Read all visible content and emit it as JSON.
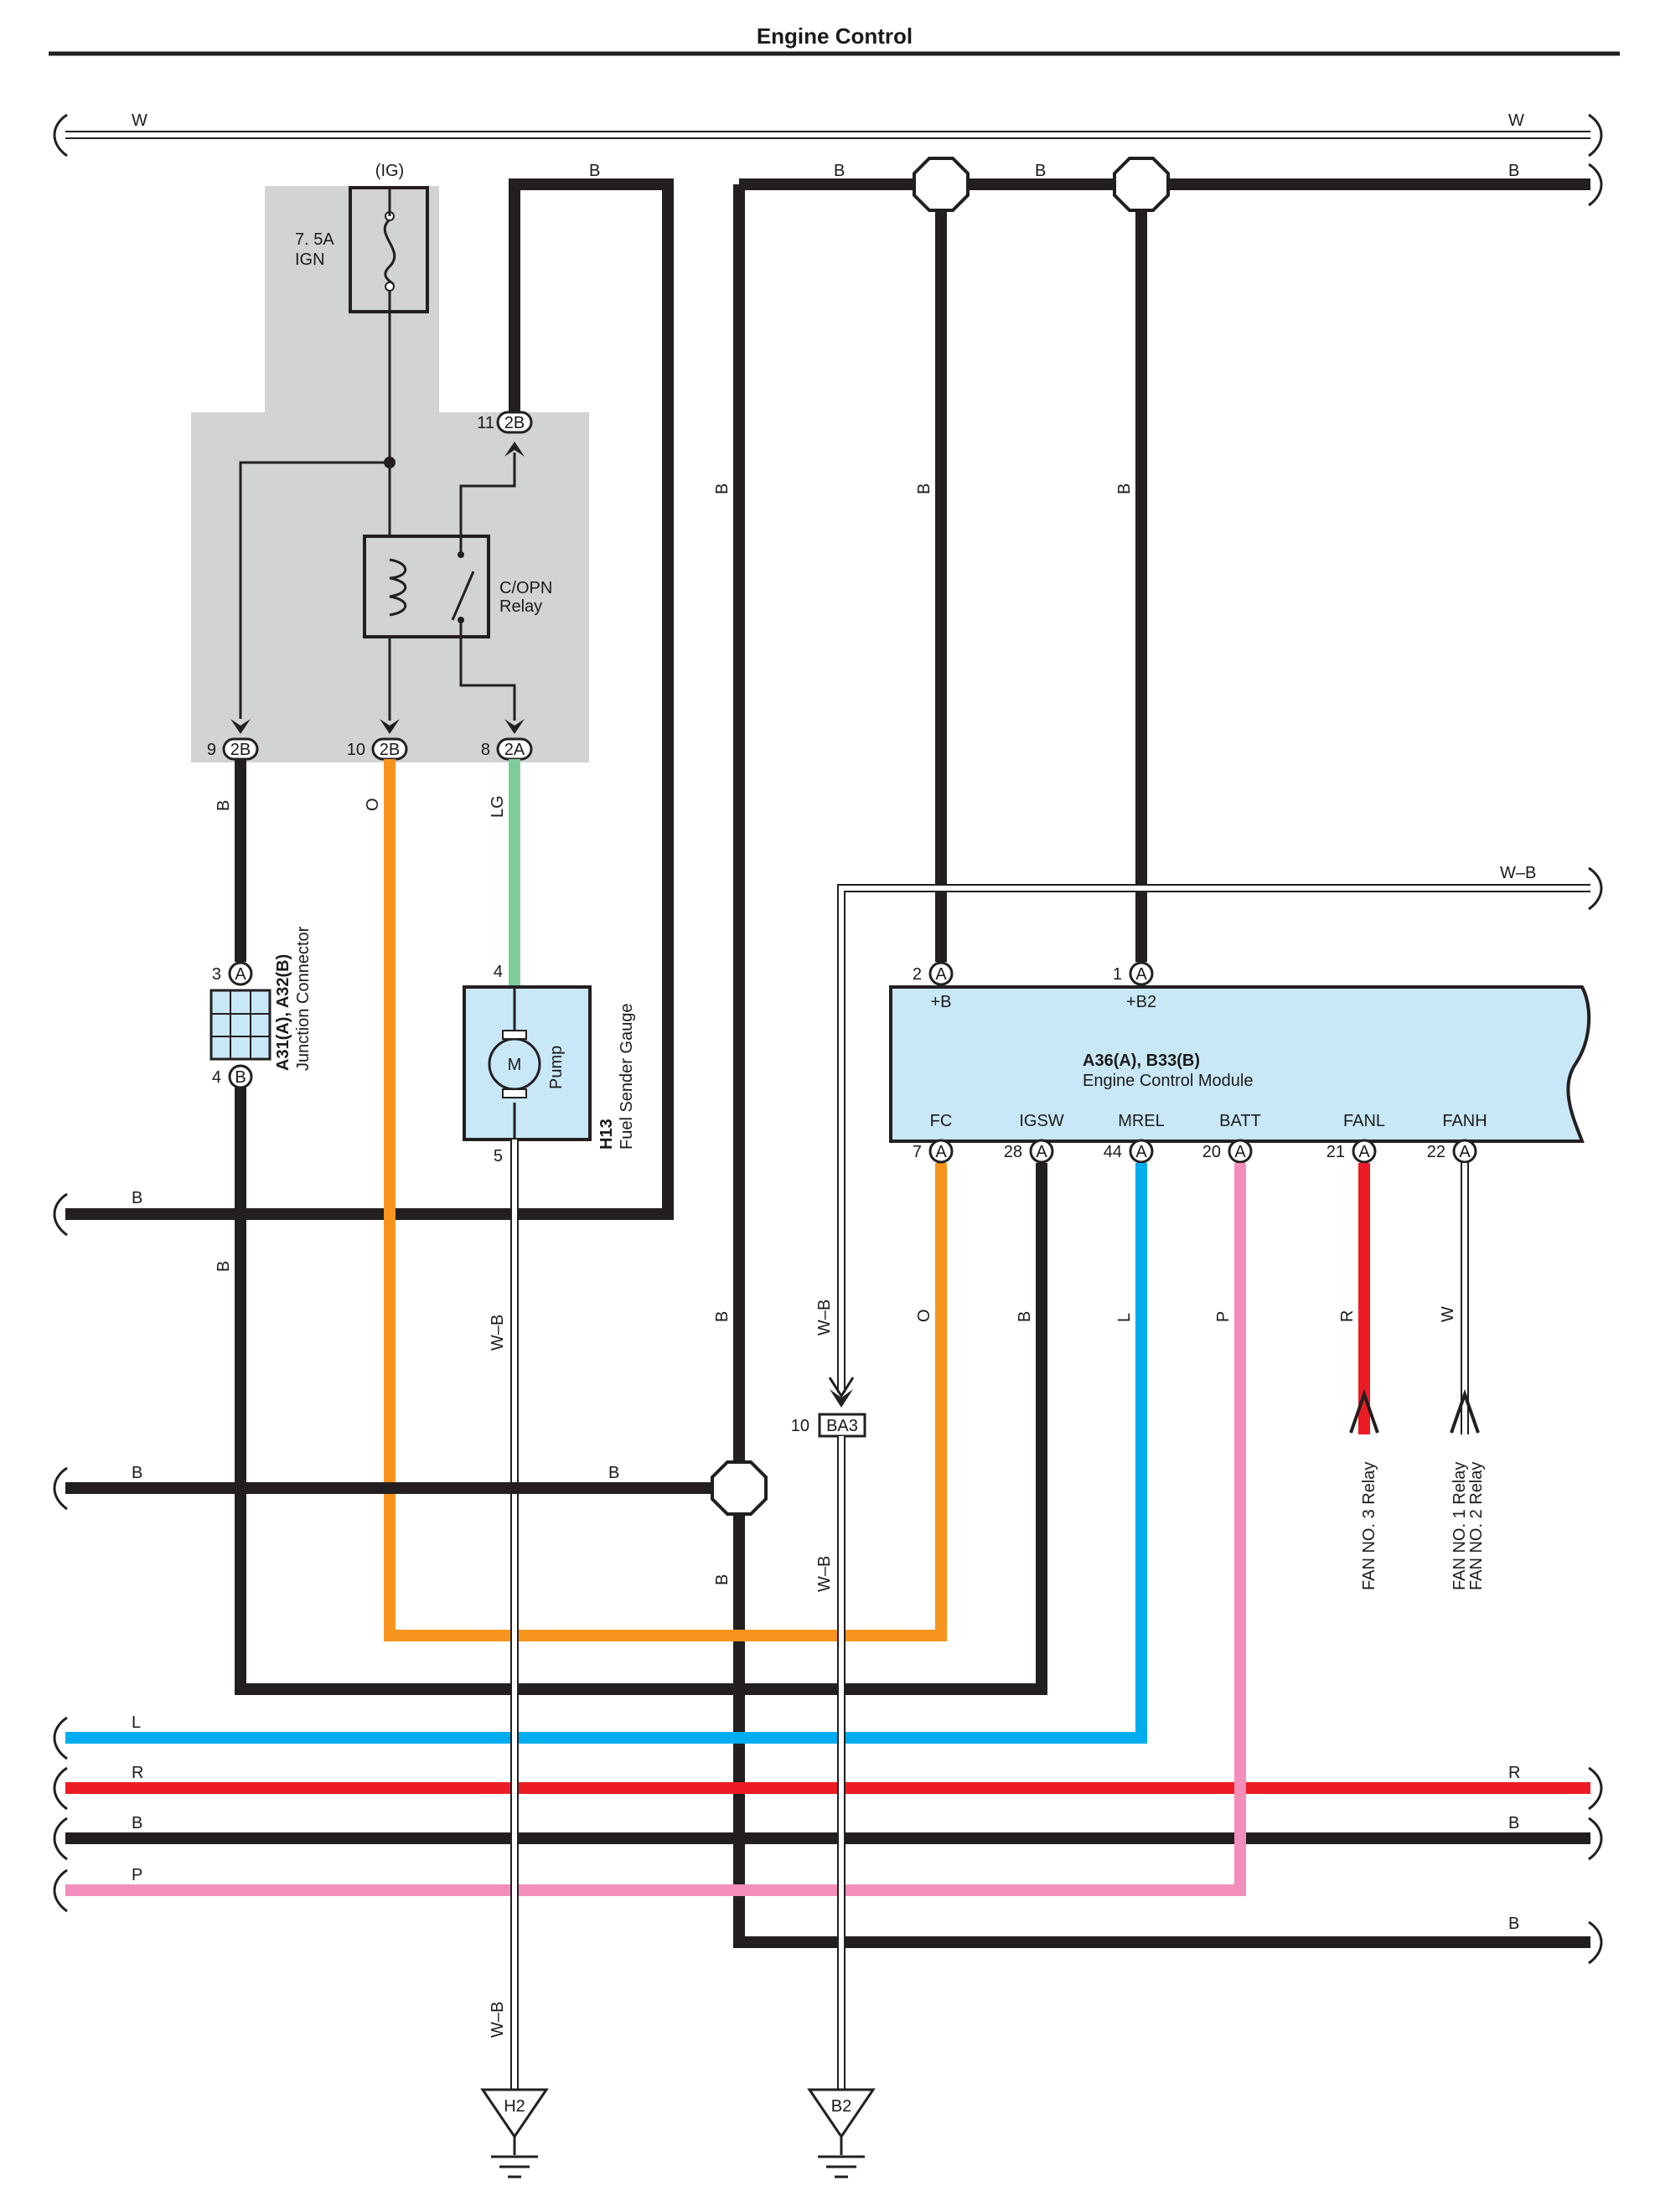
{
  "title": "Engine Control",
  "colors": {
    "B": "#231f20",
    "W": "#ffffff",
    "O": "#f7941d",
    "LG": "#7fcc9a",
    "L": "#00aeef",
    "R": "#ed1c24",
    "P": "#f38dba",
    "WB_outline": "#231f20",
    "junction_block": "#d1d3d4",
    "component_fill": "#c9e8f7"
  },
  "wire_labels": {
    "W": "W",
    "B": "B",
    "O": "O",
    "LG": "LG",
    "L": "L",
    "R": "R",
    "P": "P",
    "WB": "W–B"
  },
  "fuse": {
    "circuit": "(IG)",
    "rating": "7. 5A",
    "name": "IGN"
  },
  "relay": {
    "name_line1": "C/OPN",
    "name_line2": "Relay"
  },
  "junction_terminals": [
    {
      "pin": "11",
      "connector": "2B"
    },
    {
      "pin": "9",
      "connector": "2B"
    },
    {
      "pin": "10",
      "connector": "2B"
    },
    {
      "pin": "8",
      "connector": "2A"
    }
  ],
  "junction_connector": {
    "id": "A31(A), A32(B)",
    "name": "Junction Connector",
    "pin_top": "3",
    "pin_top_conn": "A",
    "pin_bottom": "4",
    "pin_bottom_conn": "B"
  },
  "fuel_sender": {
    "id": "H13",
    "name": "Fuel Sender Gauge",
    "motor": "M",
    "pump": "Pump",
    "pin_top": "4",
    "pin_bottom": "5"
  },
  "ecm": {
    "id": "A36(A), B33(B)",
    "name": "Engine Control Module",
    "top_pins": [
      {
        "pin": "2",
        "conn": "A",
        "signal": "+B"
      },
      {
        "pin": "1",
        "conn": "A",
        "signal": "+B2"
      }
    ],
    "bottom_pins": [
      {
        "pin": "7",
        "conn": "A",
        "signal": "FC"
      },
      {
        "pin": "28",
        "conn": "A",
        "signal": "IGSW"
      },
      {
        "pin": "44",
        "conn": "A",
        "signal": "MREL"
      },
      {
        "pin": "20",
        "conn": "A",
        "signal": "BATT"
      },
      {
        "pin": "21",
        "conn": "A",
        "signal": "FANL"
      },
      {
        "pin": "22",
        "conn": "A",
        "signal": "FANH"
      }
    ]
  },
  "connector_ba3": {
    "pin": "10",
    "id": "BA3"
  },
  "fan_relays": {
    "fanl": "FAN NO. 3 Relay",
    "fanh_line1": "FAN NO. 1 Relay",
    "fanh_line2": "FAN NO. 2 Relay"
  },
  "grounds": [
    {
      "id": "H2"
    },
    {
      "id": "B2"
    }
  ]
}
